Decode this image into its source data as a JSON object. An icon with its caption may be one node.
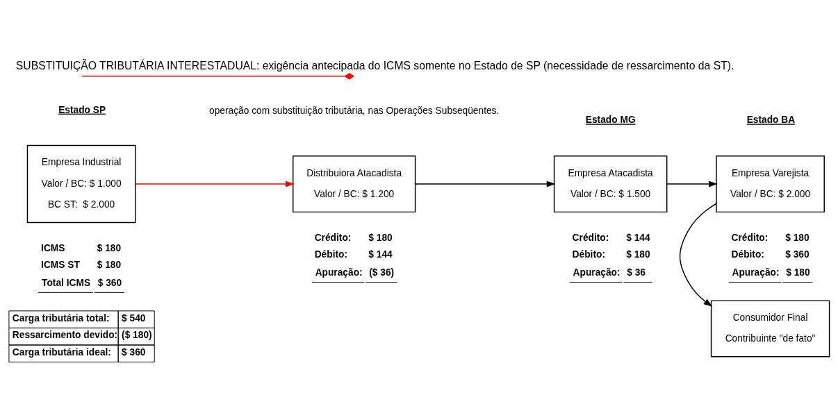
{
  "diagram": {
    "title": "SUBSTITUIÇÃO TRIBUTÁRIA INTERESTADUAL: exigência antecipada do ICMS somente no Estado de SP (necessidade de ressarcimento da ST).",
    "nodes": [
      {
        "text": [
          "Empresa Industrial",
          "Valor / BC: $ 1.000",
          "BC ST:  $ 2.000"
        ]
      },
      {
        "text": [
          "Distribuiora Atacadista",
          "Valor / BC: $ 1.200"
        ]
      },
      {
        "text": [
          "Empresa Atacadista",
          "Valor / BC: $ 1.500"
        ]
      },
      {
        "text": [
          "Empresa Varejista",
          "Valor / BC: $ 2.000"
        ]
      },
      {
        "text": [
          "Consumidor Final",
          "Contribuinte \"de fato\""
        ]
      }
    ],
    "edges": [
      {
        "from": 0,
        "to": 1,
        "arrow": "to",
        "color": "#ff0000"
      },
      {
        "from": 1,
        "to": 2,
        "arrow": "to"
      },
      {
        "from": 2,
        "to": 3,
        "arrow": "to"
      },
      {
        "from": 3,
        "to": 4,
        "arrow": "to"
      }
    ],
    "labels": [
      "Estado SP",
      "Estado MG",
      "Estado BA",
      "ICMS",
      "$ 180",
      "ICMS ST",
      "$ 180",
      "Total ICMS",
      "$ 360",
      "Carga tributária total:",
      "$ 540",
      "Ressarcimento devido:",
      "($ 180)",
      "Carga tributária ideal:",
      "$ 360",
      "Crédito:",
      "$ 180",
      "Débito:",
      "$ 144",
      "Apuração:",
      "($ 36)",
      "Crédito:",
      "$ 144",
      "Débito:",
      "$ 180",
      "Apuração:",
      "$ 36",
      "Crédito:",
      "$ 180",
      "Débito:",
      "$ 360",
      "Apuração:",
      "$ 180"
    ],
    "legend": [
      {
        "text": "operação com substituição tributária, nas Operações Subseqüentes."
      }
    ]
  }
}
